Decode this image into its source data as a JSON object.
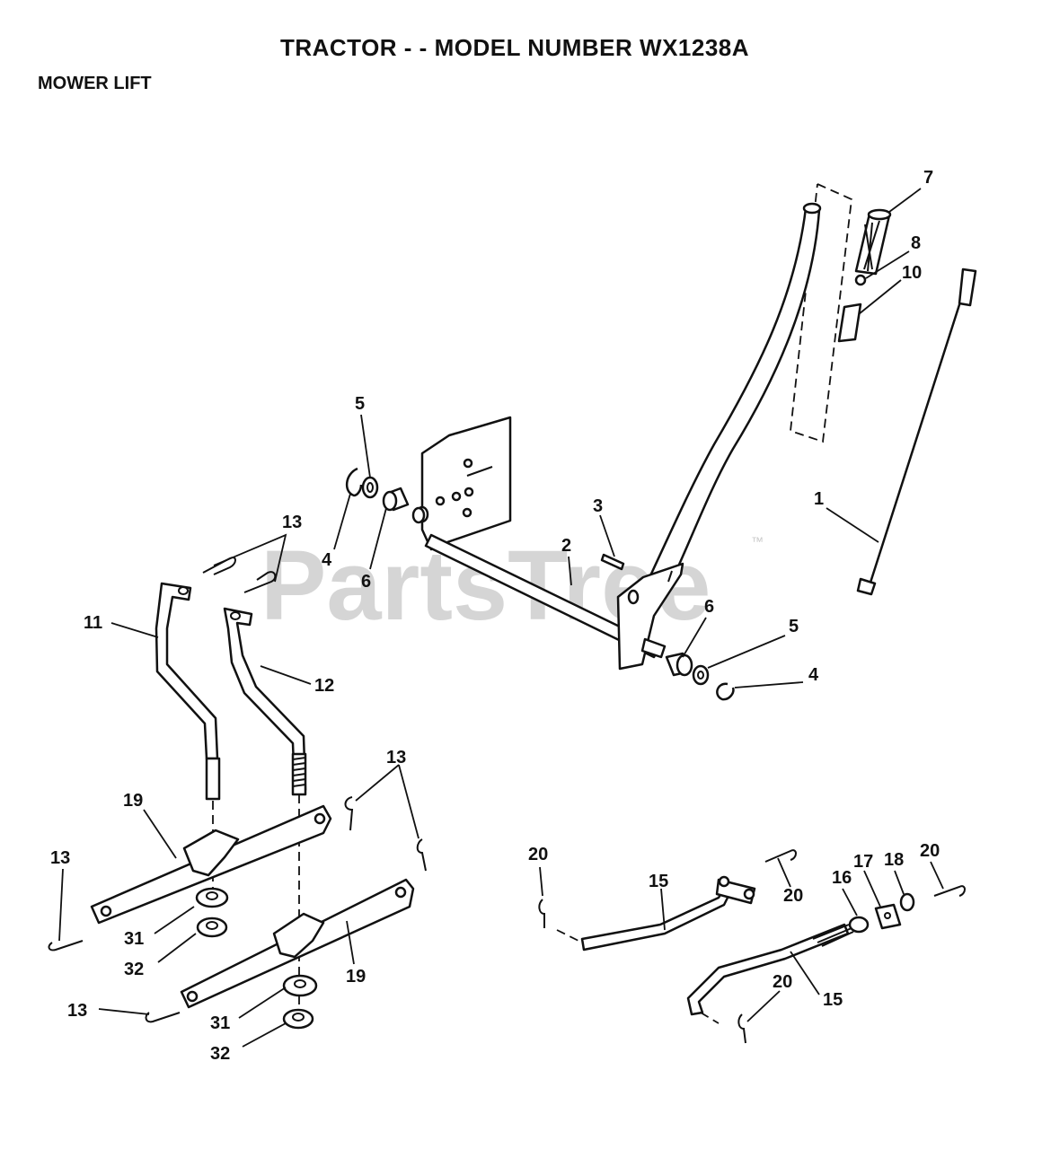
{
  "header": {
    "title": "TRACTOR - - MODEL NUMBER WX1238A",
    "section": "MOWER LIFT"
  },
  "watermark": {
    "text": "PartsTree",
    "trademark": "™"
  },
  "callouts": {
    "c1": "1",
    "c2": "2",
    "c3": "3",
    "c4a": "4",
    "c4b": "4",
    "c5a": "5",
    "c5b": "5",
    "c6a": "6",
    "c6b": "6",
    "c7": "7",
    "c8": "8",
    "c10": "10",
    "c11": "11",
    "c12": "12",
    "c13a": "13",
    "c13b": "13",
    "c13c": "13",
    "c13d": "13",
    "c15a": "15",
    "c15b": "15",
    "c16": "16",
    "c17": "17",
    "c18": "18",
    "c19a": "19",
    "c19b": "19",
    "c20a": "20",
    "c20b": "20",
    "c20c": "20",
    "c20d": "20",
    "c31a": "31",
    "c31b": "31",
    "c32a": "32",
    "c32b": "32"
  }
}
